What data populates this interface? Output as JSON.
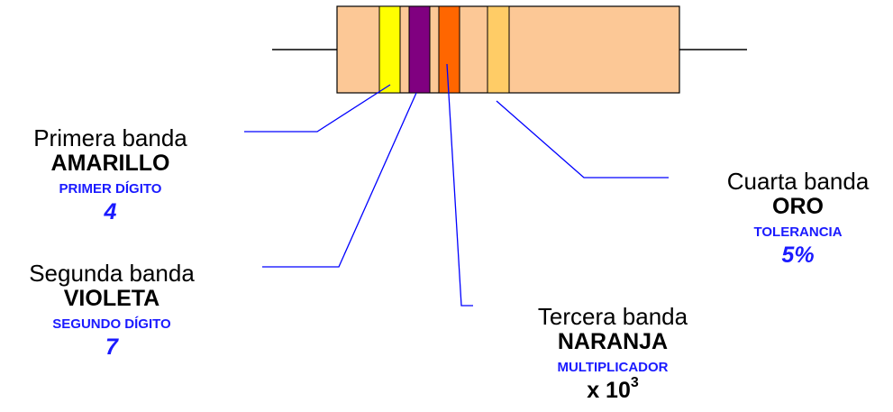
{
  "resistor": {
    "body_color": "#fcc896",
    "bands": [
      {
        "id": "first",
        "color": "#ffff00"
      },
      {
        "id": "second",
        "color": "#800080"
      },
      {
        "id": "third",
        "color": "#ff6600"
      },
      {
        "id": "fourth",
        "color": "#ffcc66"
      }
    ]
  },
  "leader_line_color": "#0000ff",
  "labels": {
    "first": {
      "name": "Primera banda",
      "color": "AMARILLO",
      "role": "PRIMER DÍGITO",
      "value": "4"
    },
    "second": {
      "name": "Segunda banda",
      "color": "VIOLETA",
      "role": "SEGUNDO DÍGITO",
      "value": "7"
    },
    "third": {
      "name": "Tercera banda",
      "color": "NARANJA",
      "role": "MULTIPLICADOR",
      "value_base": "x 10",
      "value_exp": "3"
    },
    "fourth": {
      "name": "Cuarta banda",
      "color": "ORO",
      "role": "TOLERANCIA",
      "value": "5%"
    }
  }
}
